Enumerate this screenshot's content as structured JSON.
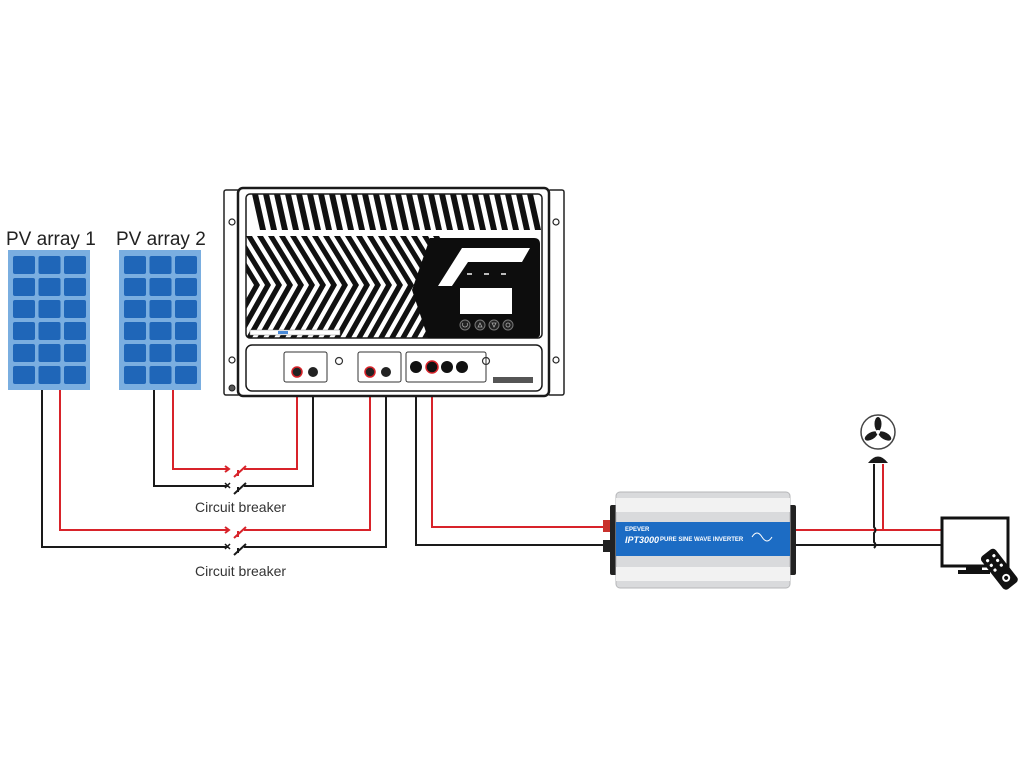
{
  "diagram": {
    "type": "solar-wiring-diagram",
    "colors": {
      "positive_wire": "#d8232a",
      "negative_wire": "#1a1a1a",
      "panel_frame": "#7aaee0",
      "panel_cell": "#1f66b8",
      "inverter_band": "#1c6cc4",
      "inverter_body": "#d9dadc"
    },
    "pv_arrays": [
      {
        "label": "PV array 1",
        "cell_rows": 6,
        "cell_cols": 3
      },
      {
        "label": "PV array 2",
        "cell_rows": 6,
        "cell_cols": 3
      }
    ],
    "circuit_breakers": [
      {
        "label": "Circuit breaker",
        "connects": "PV array 2"
      },
      {
        "label": "Circuit breaker",
        "connects": "PV array 1"
      }
    ],
    "controller": {
      "name": "solar-charge-controller",
      "buttons": [
        "power-icon",
        "up-icon",
        "down-icon",
        "settings-icon"
      ],
      "indicator_count": 3
    },
    "inverter": {
      "brand_text": "EPEVER",
      "model_text": "IPT3000",
      "title": "PURE SINE WAVE INVERTER"
    },
    "loads": [
      {
        "name": "fan",
        "icon": "fan-icon"
      },
      {
        "name": "tv",
        "icon": "tv-icon"
      },
      {
        "name": "remote",
        "icon": "remote-icon"
      }
    ]
  }
}
